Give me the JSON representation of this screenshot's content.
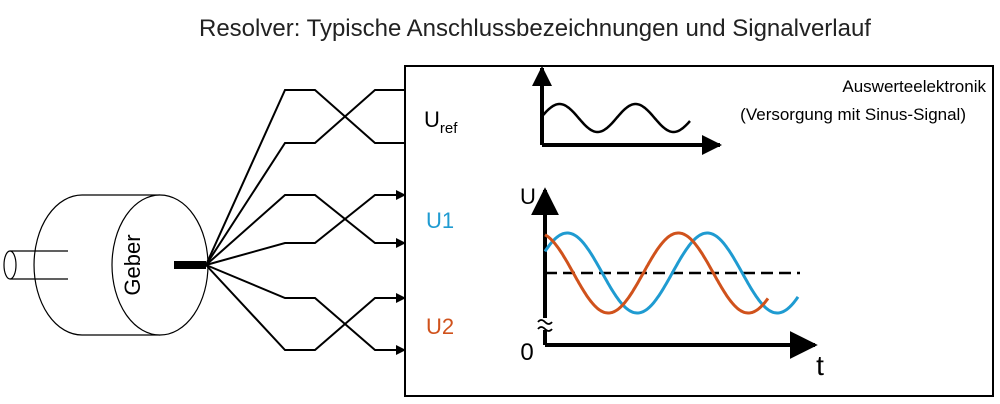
{
  "title": "Resolver: Typische Anschlussbezeichnungen und Signalverlauf",
  "encoder_label": "Geber",
  "box": {
    "title": "Auswerteelektronik",
    "subtitle": "(Versorgung mit Sinus-Signal)"
  },
  "signals": {
    "uref_main": "U",
    "uref_sub": "ref",
    "u1": "U1",
    "u2": "U2"
  },
  "graph": {
    "y_axis_label": "U",
    "x_axis_label": "t",
    "origin_label": "0"
  },
  "colors": {
    "u1": "#1f9bd1",
    "u2": "#d0521c",
    "line": "#000000"
  }
}
